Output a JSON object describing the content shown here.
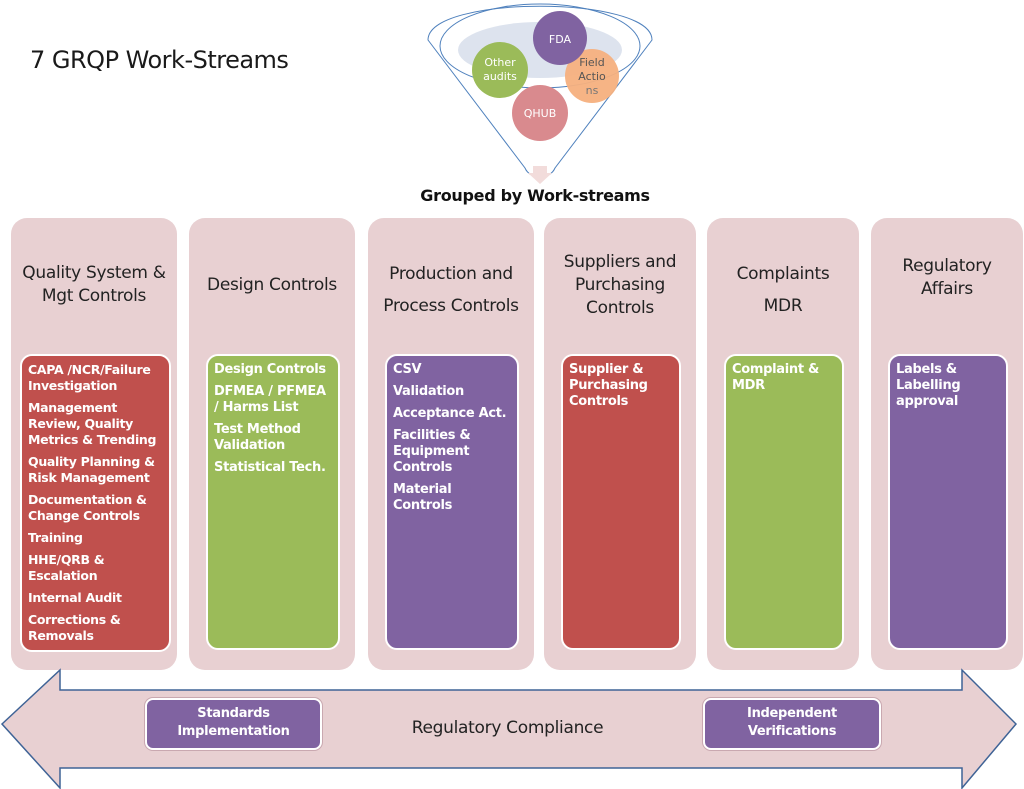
{
  "title": "7 GRQP Work-Streams",
  "funnel": {
    "sources": [
      {
        "label": "FDA",
        "color": "#8063a1"
      },
      {
        "label_lines": [
          "Other",
          "audits"
        ],
        "color": "#9bbb59"
      },
      {
        "label_lines": [
          "Field",
          "Actio",
          "ns"
        ],
        "color": "#f6b07e"
      },
      {
        "label": "QHUB",
        "color": "#d98a8e"
      }
    ],
    "caption": "Grouped by Work-streams"
  },
  "colors": {
    "column_bg": "#e8d0d2",
    "red": "#c0504d",
    "green": "#9bbb59",
    "purple": "#8063a1"
  },
  "columns": [
    {
      "heading_lines": [
        "Quality System &",
        "Mgt Controls"
      ],
      "color": "#c0504d",
      "items": [
        "CAPA /NCR/Failure Investigation",
        "Management Review, Quality Metrics & Trending",
        "Quality Planning & Risk Management",
        "Documentation & Change Controls",
        "Training",
        "HHE/QRB & Escalation",
        "Internal Audit",
        "Corrections & Removals"
      ]
    },
    {
      "heading_lines": [
        "Design Controls"
      ],
      "color": "#9bbb59",
      "items": [
        "Design Controls",
        "DFMEA / PFMEA / Harms List",
        "Test Method Validation",
        "Statistical Tech."
      ]
    },
    {
      "heading_lines": [
        "Production and",
        "Process Controls"
      ],
      "color": "#8063a1",
      "items": [
        "CSV",
        "Validation",
        "Acceptance Act.",
        "Facilities & Equipment Controls",
        "Material Controls"
      ]
    },
    {
      "heading_lines": [
        "Suppliers and",
        "Purchasing",
        "Controls"
      ],
      "color": "#c0504d",
      "items": [
        "Supplier & Purchasing Controls"
      ]
    },
    {
      "heading_lines": [
        "Complaints",
        "MDR"
      ],
      "color": "#9bbb59",
      "items": [
        "Complaint & MDR"
      ]
    },
    {
      "heading_lines": [
        "Regulatory",
        "Affairs"
      ],
      "color": "#8063a1",
      "items": [
        "Labels & Labelling approval"
      ]
    }
  ],
  "bottom_arrow": {
    "label": "Regulatory Compliance",
    "left_button_lines": [
      "Standards",
      "Implementation"
    ],
    "right_button_lines": [
      "Independent",
      "Verifications"
    ]
  }
}
